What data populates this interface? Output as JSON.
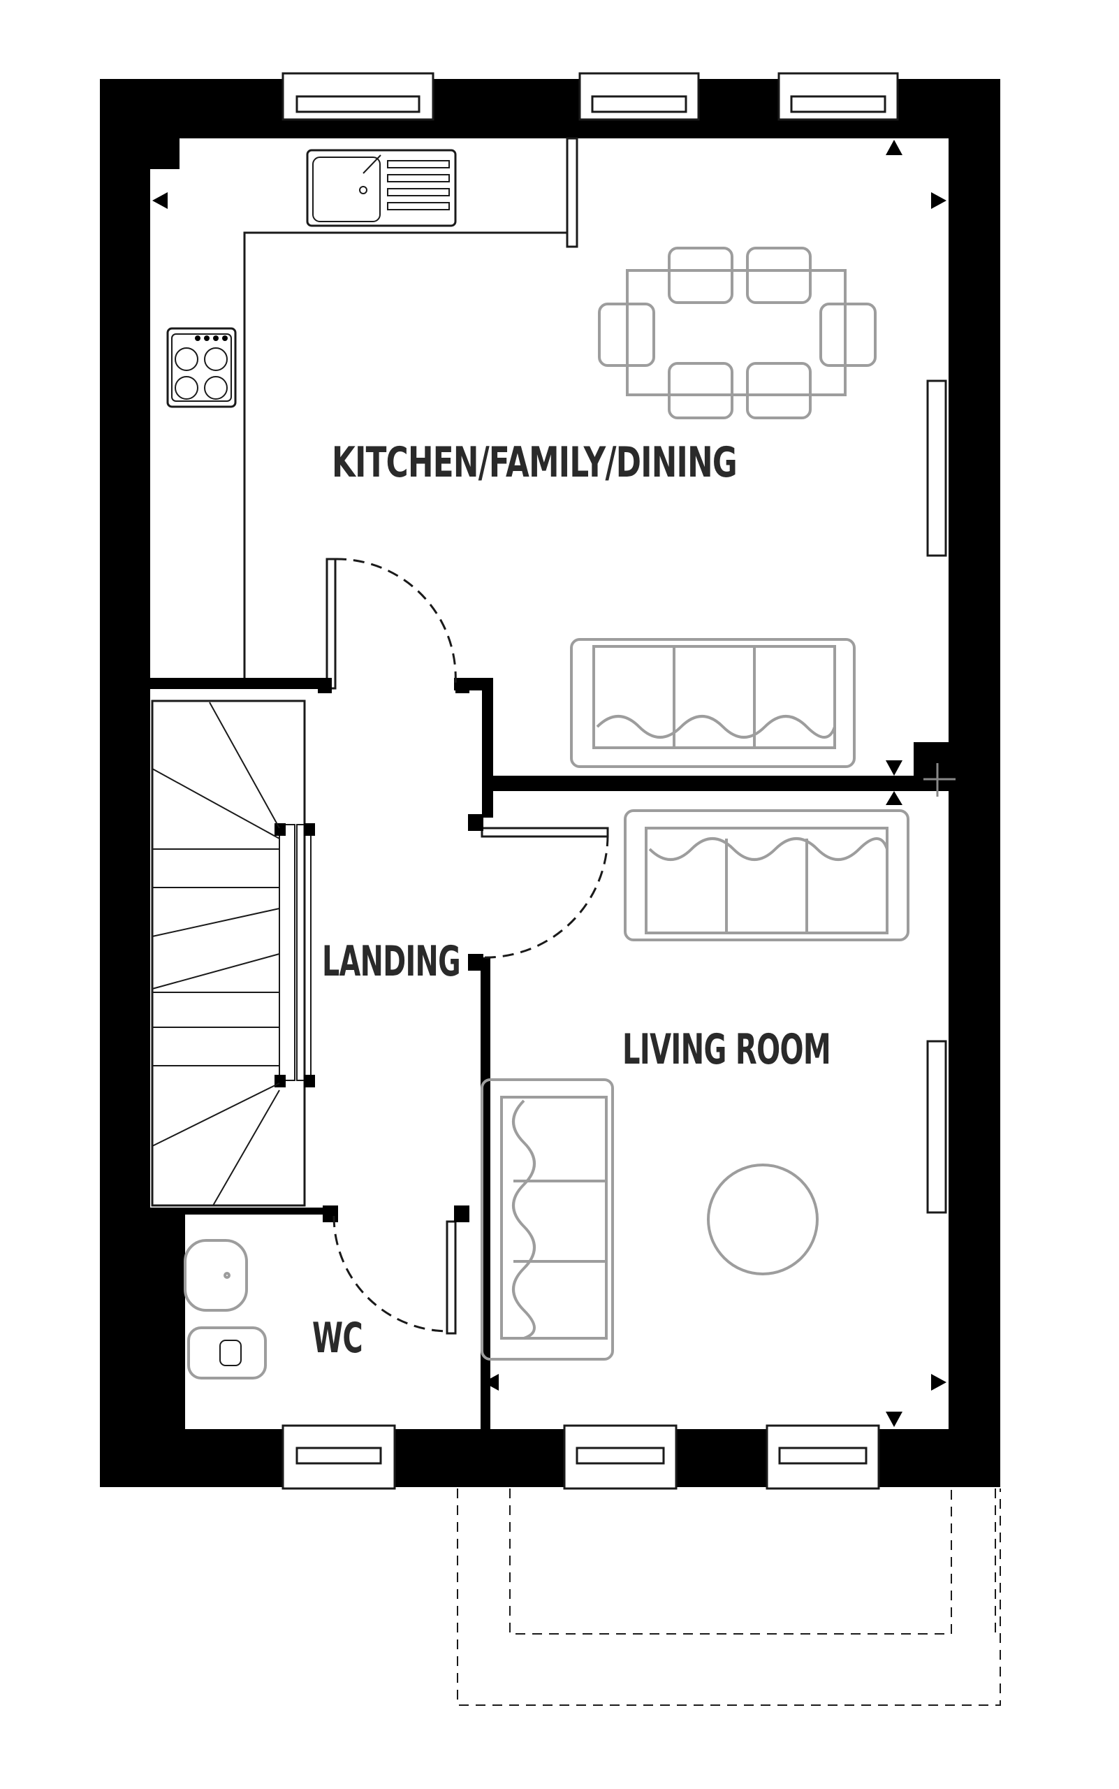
{
  "rooms": {
    "kitchen": "KITCHEN/FAMILY/DINING",
    "landing": "LANDING",
    "living": "LIVING ROOM",
    "wc": "WC"
  }
}
